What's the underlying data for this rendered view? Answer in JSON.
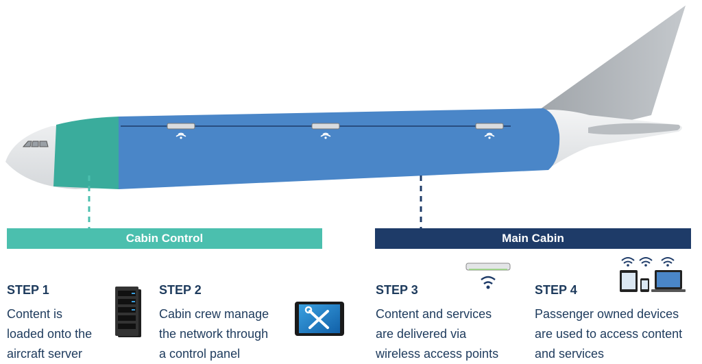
{
  "sections": {
    "cabin_control": "Cabin Control",
    "main_cabin": "Main Cabin"
  },
  "steps": [
    {
      "title": "STEP 1",
      "text": "Content is\nloaded onto the\naircraft server",
      "icon": "server-icon"
    },
    {
      "title": "STEP 2",
      "text": "Cabin crew manage\nthe network through\na control panel",
      "icon": "control-panel-tablet-icon"
    },
    {
      "title": "STEP 3",
      "text": "Content and services\nare delivered via\nwireless access points",
      "icon": "wireless-access-point-icon"
    },
    {
      "title": "STEP 4",
      "text": "Passenger owned devices\nare used to access content\nand services",
      "icon": "passenger-devices-icon"
    }
  ],
  "colors": {
    "cabin_control": "#4bbfae",
    "main_cabin": "#1e3b68",
    "fuselage_blue": "#4a86c8",
    "nose_teal": "#3aac9c",
    "text": "#1d3a5c"
  }
}
